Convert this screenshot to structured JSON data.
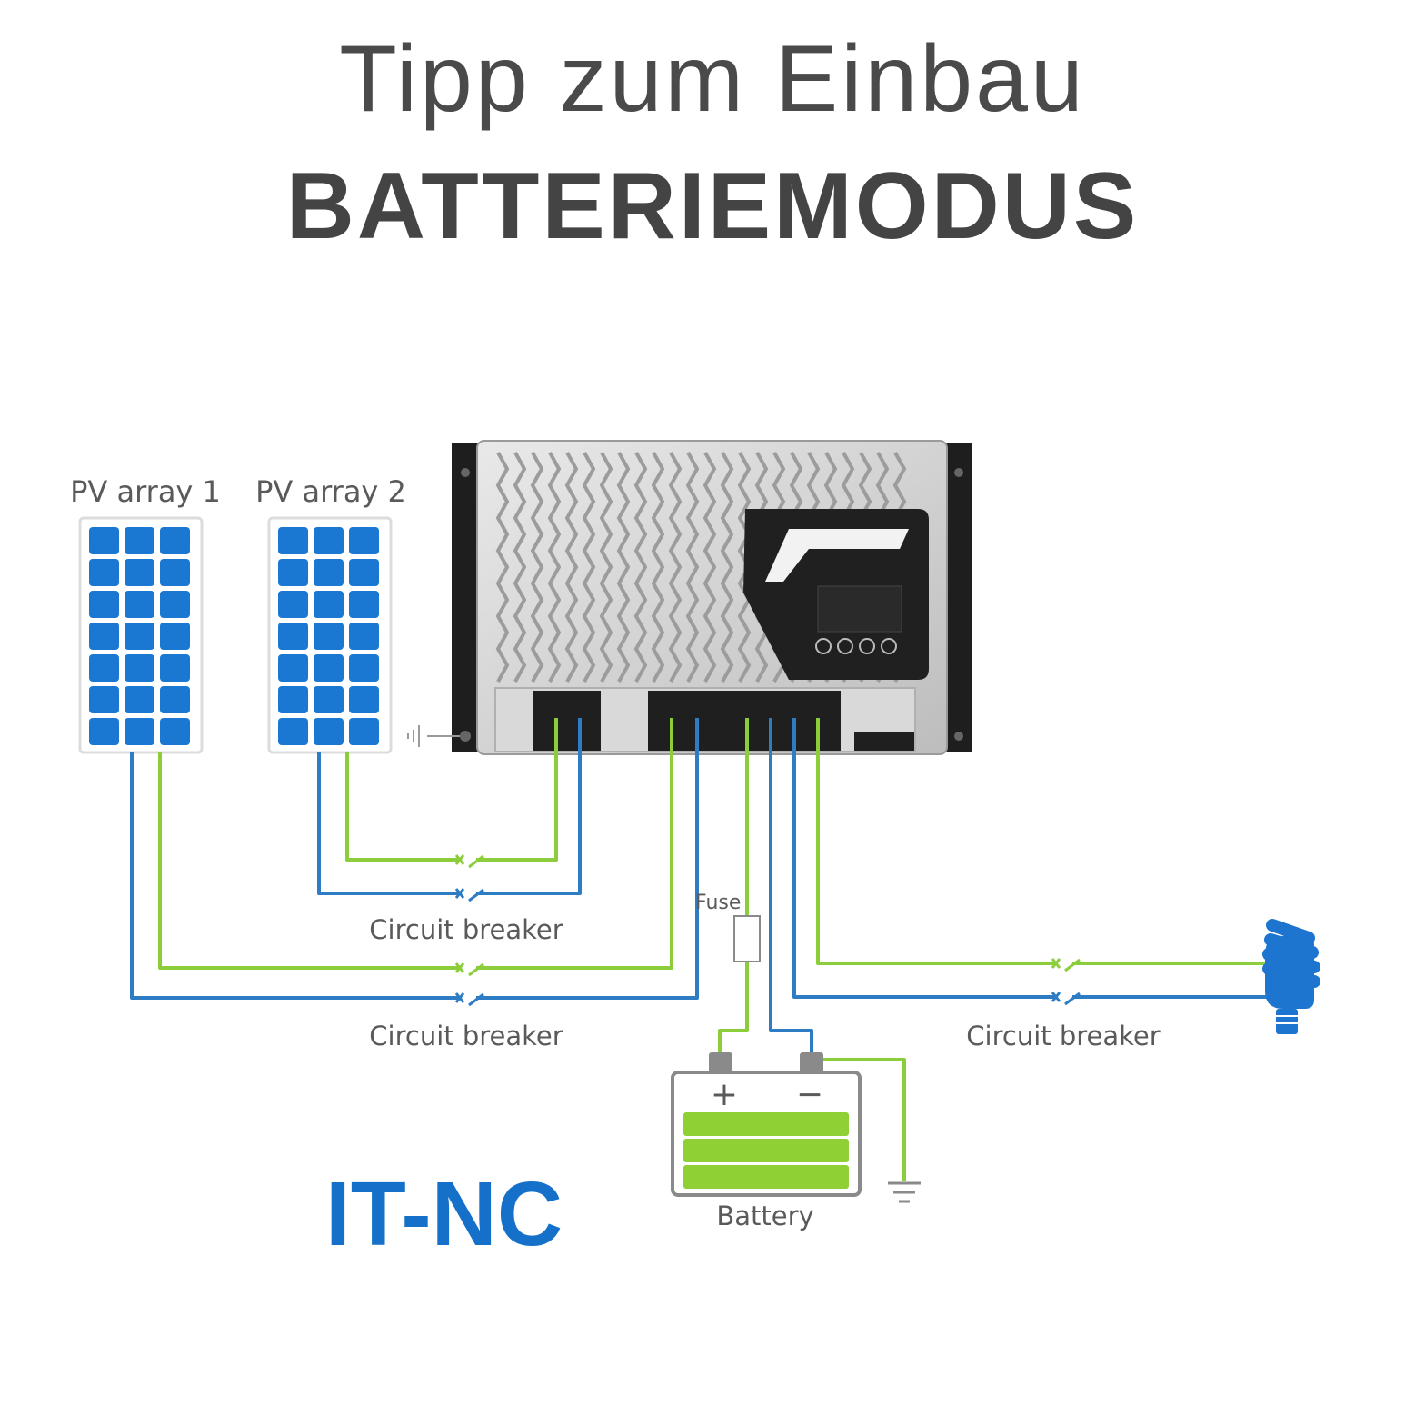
{
  "header": {
    "title_line1": "Tipp zum Einbau",
    "title_line2": "BATTERIEMODUS"
  },
  "diagram": {
    "pv_array_1_label": "PV array 1",
    "pv_array_2_label": "PV array 2",
    "circuit_breaker_pv2_label": "Circuit breaker",
    "circuit_breaker_pv1_label": "Circuit breaker",
    "circuit_breaker_load_label": "Circuit breaker",
    "fuse_label": "Fuse",
    "battery_label": "Battery",
    "battery_plus": "+",
    "battery_minus": "−",
    "system_label": "IT-NC"
  },
  "colors": {
    "wire_positive": "#8ccd3c",
    "wire_negative": "#2e7cc4",
    "panel_cell": "#1a78d2",
    "battery_fill": "#8fd134",
    "accent_blue": "#1470c8",
    "text_gray": "#5a5a5a"
  },
  "icons": {
    "solar_panel": "solar-panel-icon",
    "controller": "charge-controller-icon",
    "battery": "battery-icon",
    "lamp": "cfl-bulb-icon",
    "ground": "ground-icon",
    "fuse": "fuse-icon"
  }
}
